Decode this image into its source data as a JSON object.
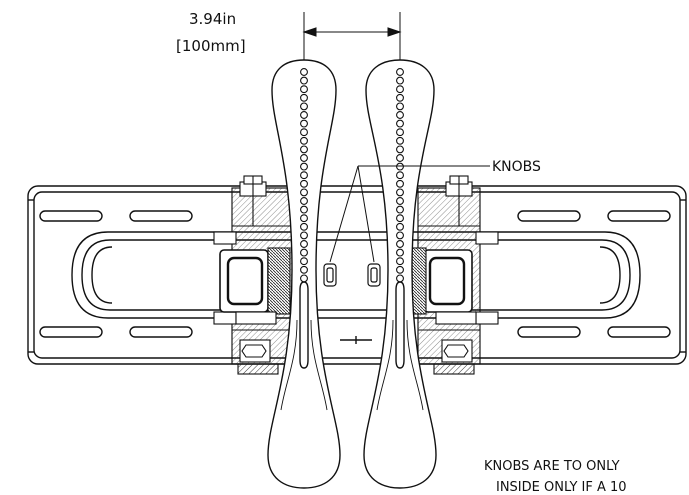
{
  "dimension": {
    "imperial": "3.94in",
    "metric": "[100mm]"
  },
  "callout": {
    "label": "KNOBS"
  },
  "note": {
    "line1": "KNOBS ARE TO ONLY",
    "line2": "INSIDE ONLY IF A 10"
  },
  "colors": {
    "line": "#111111",
    "background": "#ffffff",
    "hatch": "#555555"
  }
}
